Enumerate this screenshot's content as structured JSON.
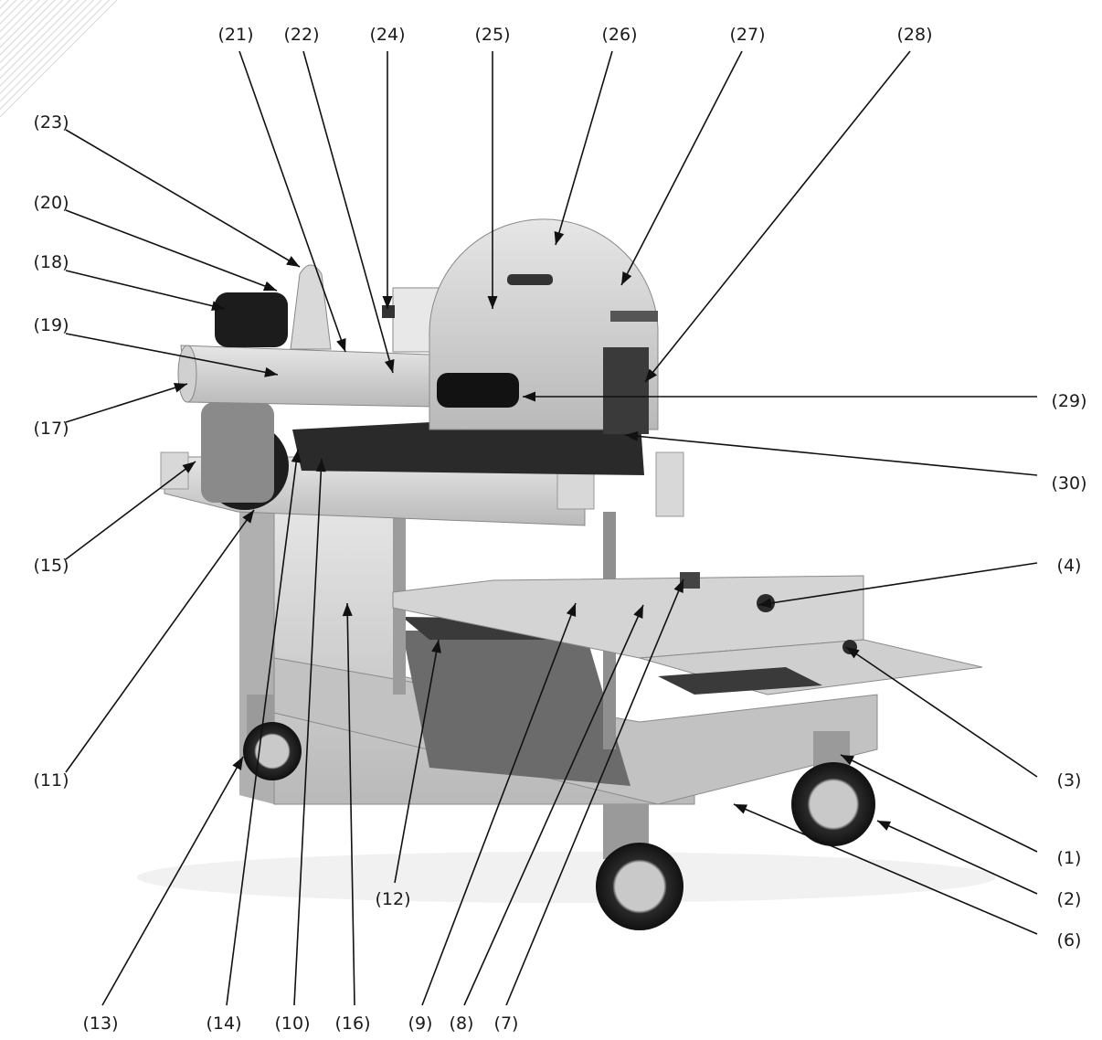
{
  "figure": {
    "labels": [
      {
        "id": "1",
        "text": "(1)"
      },
      {
        "id": "2",
        "text": "(2)"
      },
      {
        "id": "3",
        "text": "(3)"
      },
      {
        "id": "4",
        "text": "(4)"
      },
      {
        "id": "6",
        "text": "(6)"
      },
      {
        "id": "7",
        "text": "(7)"
      },
      {
        "id": "8",
        "text": "(8)"
      },
      {
        "id": "9",
        "text": "(9)"
      },
      {
        "id": "10",
        "text": "(10)"
      },
      {
        "id": "11",
        "text": "(11)"
      },
      {
        "id": "12",
        "text": "(12)"
      },
      {
        "id": "13",
        "text": "(13)"
      },
      {
        "id": "14",
        "text": "(14)"
      },
      {
        "id": "15",
        "text": "(15)"
      },
      {
        "id": "16",
        "text": "(16)"
      },
      {
        "id": "17",
        "text": "(17)"
      },
      {
        "id": "18",
        "text": "(18)"
      },
      {
        "id": "19",
        "text": "(19)"
      },
      {
        "id": "20",
        "text": "(20)"
      },
      {
        "id": "21",
        "text": "(21)"
      },
      {
        "id": "22",
        "text": "(22)"
      },
      {
        "id": "23",
        "text": "(23)"
      },
      {
        "id": "24",
        "text": "(24)"
      },
      {
        "id": "25",
        "text": "(25)"
      },
      {
        "id": "26",
        "text": "(26)"
      },
      {
        "id": "27",
        "text": "(27)"
      },
      {
        "id": "28",
        "text": "(28)"
      },
      {
        "id": "29",
        "text": "(29)"
      },
      {
        "id": "30",
        "text": "(30)"
      }
    ]
  }
}
